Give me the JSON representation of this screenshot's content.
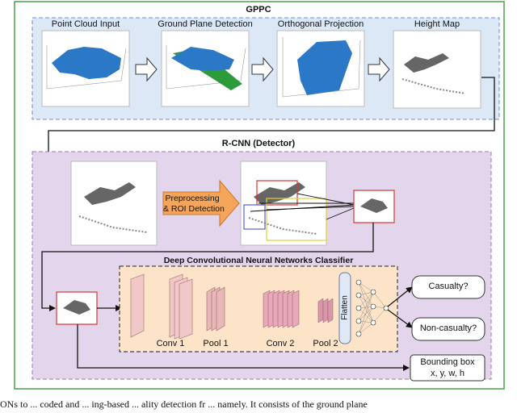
{
  "gppc": {
    "title": "GPPC",
    "stages": [
      "Point Cloud Input",
      "Ground Plane Detection",
      "Orthogonal Projection",
      "Height Map"
    ]
  },
  "rcnn": {
    "title": "R-CNN (Detector)",
    "preprocess_line1": "Preprocessing",
    "preprocess_line2": "& ROI Detection"
  },
  "dcnn": {
    "title": "Deep Convolutional Neural Networks Classifier",
    "layers": [
      "Conv 1",
      "Pool 1",
      "Conv 2",
      "Pool 2"
    ],
    "flatten": "Flatten"
  },
  "outputs": {
    "casualty": "Casualty?",
    "non_casualty": "Non-casualty?",
    "bbox_line1": "Bounding box",
    "bbox_line2": "x, y, w, h"
  },
  "caption_fragment": "ONs to ... coded and ... ing-based ... ality detection fr ... namely. It consists of the ground plane",
  "colors": {
    "gppc_bg": "#dde8f7",
    "gppc_border": "#4aa04a",
    "rcnn_bg": "#e3d6ec",
    "dcnn_bg": "#fde4c8",
    "arrow_fill": "#f5a55a",
    "roi_red": "#d33",
    "roi_blue": "#5560dd",
    "roi_yellow": "#e0d030",
    "pointcloud_blue": "#2b78c6",
    "ground_green": "#2e9b3a"
  }
}
